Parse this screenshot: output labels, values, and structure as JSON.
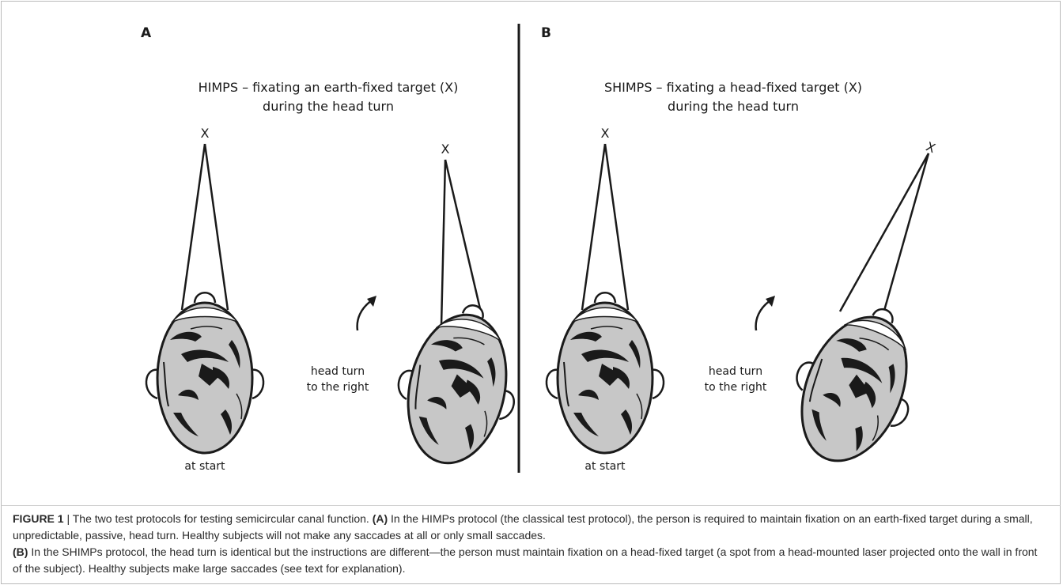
{
  "panels": {
    "a": {
      "letter": "A",
      "title_line1": "HIMPS – fixating an earth-fixed target (X)",
      "title_line2": "during the head turn",
      "target1": "X",
      "target2": "X",
      "turn_line1": "head turn",
      "turn_line2": "to the right",
      "start_label": "at start"
    },
    "b": {
      "letter": "B",
      "title_line1": "SHIMPS – fixating a head-fixed target (X)",
      "title_line2": "during the head turn",
      "target1": "X",
      "target2": "X",
      "turn_line1": "head turn",
      "turn_line2": "to the right",
      "start_label": "at start"
    }
  },
  "caption": {
    "fig_label": "FIGURE 1",
    "separator": " | ",
    "intro": "The two test protocols for testing semicircular canal function. ",
    "a_tag": "(A)",
    "a_text": " In the HIMPs protocol (the classical test protocol), the person is required to maintain fixation on an earth-fixed target during a small, unpredictable, passive, head turn. Healthy subjects will not make any saccades at all or only small saccades.",
    "b_tag": "(B)",
    "b_text": " In the SHIMPs protocol, the head turn is identical but the instructions are different—the person must maintain fixation on a head-fixed target (a spot from a head-mounted laser projected onto the wall in front of the subject). Healthy subjects make large saccades (see text for explanation)."
  }
}
